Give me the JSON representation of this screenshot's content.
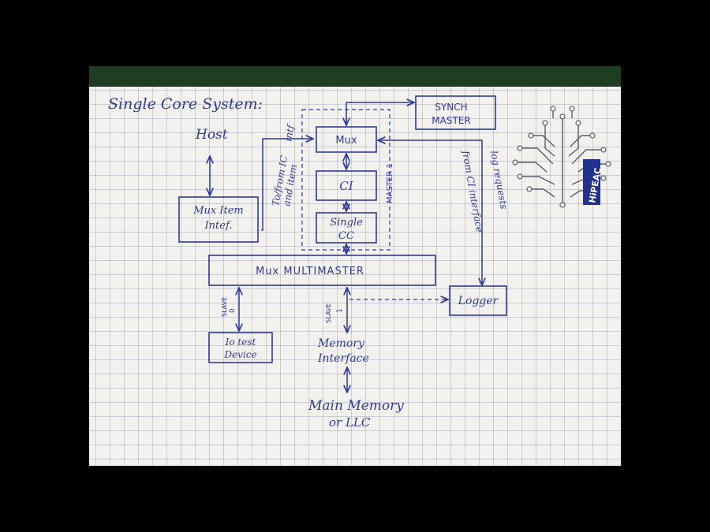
{
  "title": "Single Core System:",
  "host": "Host",
  "to_from_ic_line1": "To/from IC",
  "to_from_ic_line2": "and item",
  "to_from_ic_line3": "intf",
  "mux_top": "Mux",
  "ci": "CI",
  "single_cc_line1": "Single",
  "single_cc_line2": "CC",
  "master1": "MASTER 1",
  "synch_master_line1": "SYNCH",
  "synch_master_line2": "MASTER",
  "mux_item_intf_line1": "Mux Item",
  "mux_item_intf_line2": "Intef.",
  "mux_multimaster": "Mux MULTIMASTER",
  "log_requests_line1": "log requests",
  "log_requests_line2": "from CI interface",
  "logger": "Logger",
  "slave0_line1": "SLAVE",
  "slave0_line2": "0",
  "slave1_line1": "SLAVE",
  "slave1_line2": "1",
  "io_test_device_line1": "Io test",
  "io_test_device_line2": "Device",
  "memory_interface_line1": "Memory",
  "memory_interface_line2": "Interface",
  "main_memory_line1": "Main Memory",
  "main_memory_line2": "or LLC",
  "logo_text": "HiPEAC",
  "colors": {
    "ink": "#2d3a9c",
    "paper": "#f3f1ee",
    "grid": "#9aa3b5",
    "background": "#000000"
  }
}
